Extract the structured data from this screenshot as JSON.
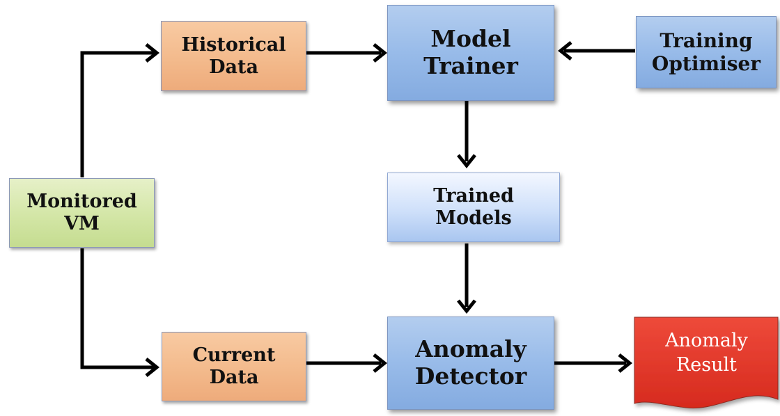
{
  "nodes": {
    "historical_data": [
      "Historical",
      "Data"
    ],
    "model_trainer": [
      "Model",
      "Trainer"
    ],
    "training_optimiser": [
      "Training",
      "Optimiser"
    ],
    "trained_models": [
      "Trained",
      "Models"
    ],
    "monitored_vm": [
      "Monitored",
      "VM"
    ],
    "current_data": [
      "Current",
      "Data"
    ],
    "anomaly_detector": [
      "Anomaly",
      "Detector"
    ],
    "anomaly_result": [
      "Anomaly",
      "Result"
    ]
  },
  "colors": {
    "data_box": "#f3ba8c",
    "vm_box": "#d3e6a6",
    "process_box": "#98bbe9",
    "models_box": "#cfe0fa",
    "result_box": "#e33a2c",
    "connector": "#000000"
  }
}
